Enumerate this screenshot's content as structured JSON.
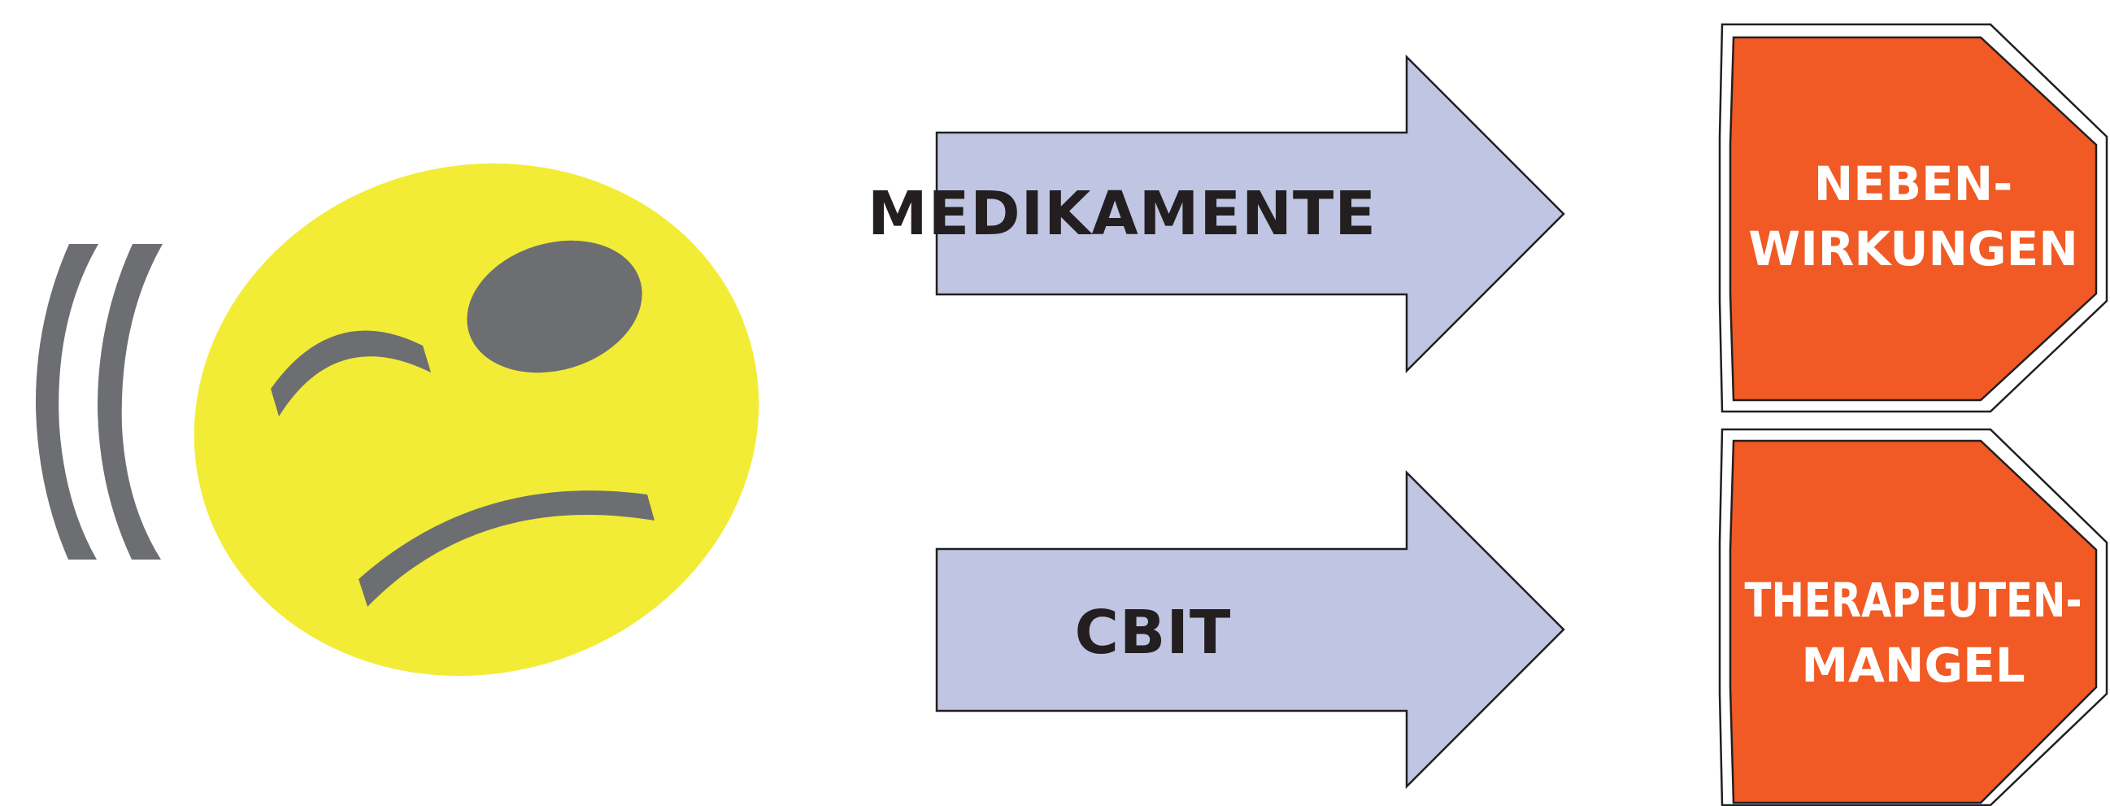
{
  "colors": {
    "face_fill": "#f2ec36",
    "face_features": "#6d6e71",
    "arrow_fill": "#c0c5e3",
    "arrow_stroke": "#231f20",
    "sign_fill": "#f15a24",
    "sign_border": "#231f20",
    "sign_text": "#ffffff",
    "arrow_text": "#231f20"
  },
  "icons": {
    "face": "unhappy-winking-face-icon",
    "motion": "motion-lines-icon",
    "sign": "stop-sign-octagon-icon"
  },
  "arrows": [
    {
      "label": "MEDIKAMENTE"
    },
    {
      "label": "CBIT"
    }
  ],
  "signs": [
    {
      "line1": "NEBEN-",
      "line2": "WIRKUNGEN"
    },
    {
      "line1": "THERAPEUTEN-",
      "line2": "MANGEL"
    }
  ]
}
